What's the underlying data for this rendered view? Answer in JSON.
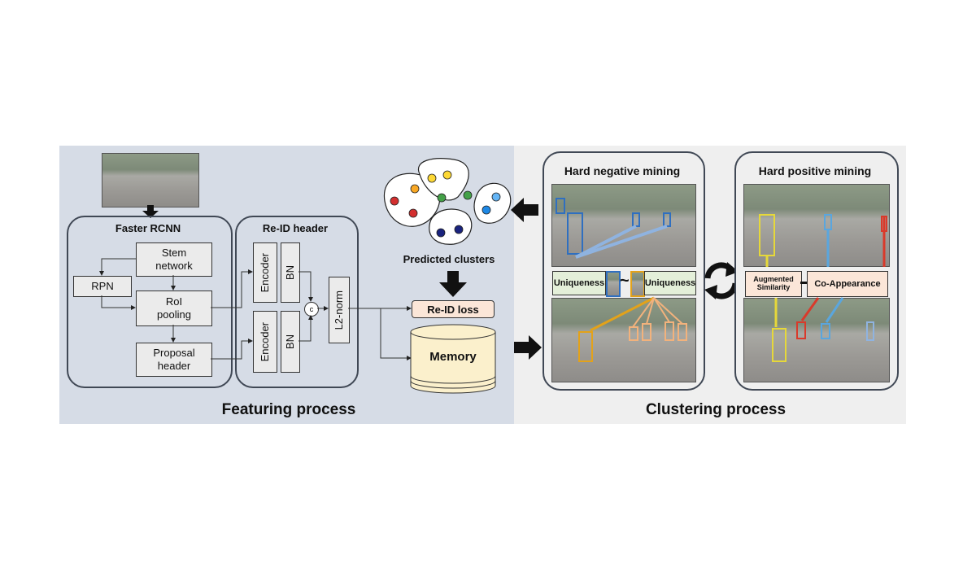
{
  "featuring": {
    "faster_rcnn": "Faster RCNN",
    "stem": "Stem\nnetwork",
    "rpn": "RPN",
    "roi": "RoI\npooling",
    "proposal": "Proposal\nheader",
    "reid_header": "Re-ID header",
    "encoder1": "Encoder",
    "bn1": "BN",
    "encoder2": "Encoder",
    "bn2": "BN",
    "concat": "c",
    "l2": "L2-norm",
    "reid_loss": "Re-ID loss",
    "memory": "Memory",
    "title": "Featuring process"
  },
  "clusters": {
    "label": "Predicted clusters",
    "colors": [
      "#d32f2f",
      "#f9a825",
      "#fdd835",
      "#43a047",
      "#1e88e5",
      "#1a237e",
      "#64b5f6"
    ]
  },
  "clustering": {
    "hard_negative": "Hard negative mining",
    "uniqueness1": "Uniqueness",
    "tilde": "~",
    "uniqueness2": "Uniqueness",
    "hard_positive": "Hard positive mining",
    "augmented": "Augmented\nSimilarity",
    "coappearance": "Co-Appearance",
    "title": "Clustering process"
  },
  "icons": [
    "down-arrow-icon",
    "left-arrow-icon",
    "right-arrow-icon",
    "cycle-icon"
  ]
}
